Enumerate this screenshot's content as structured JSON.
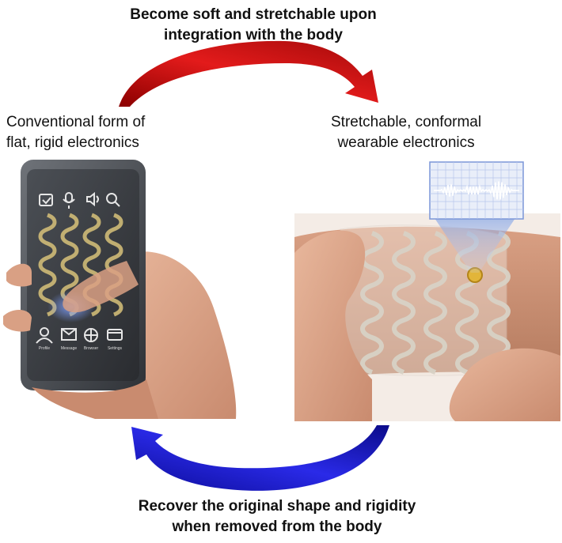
{
  "top_caption": {
    "line1": "Become soft and stretchable upon",
    "line2": "integration with the body"
  },
  "left_label": {
    "line1": "Conventional form of",
    "line2": "flat, rigid electronics"
  },
  "right_label": {
    "line1": "Stretchable, conformal",
    "line2": "wearable electronics"
  },
  "bottom_caption": {
    "line1": "Recover the original shape and rigidity",
    "line2": "when removed from the body"
  },
  "phone_dock_labels": [
    "Profile",
    "Message",
    "Browser",
    "Settings"
  ],
  "colors": {
    "top_arrow": "#d7191c",
    "bottom_arrow": "#1a1adf",
    "electrode": "#d8c27a"
  }
}
